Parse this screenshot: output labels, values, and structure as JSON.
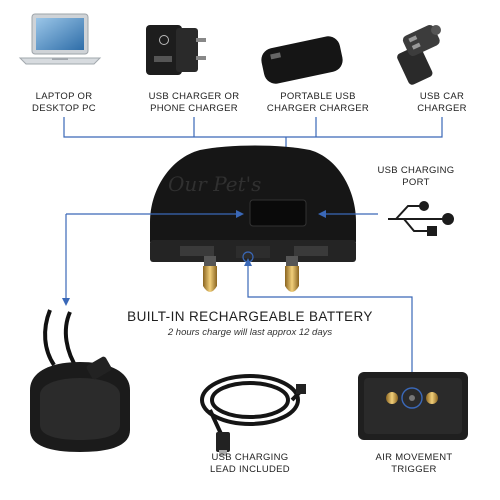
{
  "top_devices": [
    {
      "id": "laptop",
      "line1": "LAPTOP OR",
      "line2": "DESKTOP PC"
    },
    {
      "id": "usb-charger",
      "line1": "USB CHARGER OR",
      "line2": "PHONE CHARGER"
    },
    {
      "id": "portable",
      "line1": "PORTABLE USB",
      "line2": "CHARGER CHARGER"
    },
    {
      "id": "car",
      "line1": "USB CAR",
      "line2": "CHARGER"
    }
  ],
  "usb_port": {
    "line1": "USB CHARGING",
    "line2": "PORT"
  },
  "receiver_logo": "Our Pet's",
  "battery": {
    "title": "BUILT-IN RECHARGEABLE BATTERY",
    "subtitle": "2 hours charge will last approx 12 days"
  },
  "lead": {
    "line1": "USB CHARGING",
    "line2": "LEAD INCLUDED"
  },
  "trigger": {
    "line1": "AIR MOVEMENT",
    "line2": "TRIGGER"
  },
  "colors": {
    "accent": "#3a68b8",
    "device": "#1e1e1e",
    "brass": "#c79a3a"
  },
  "icons": [
    "laptop-icon",
    "wall-charger-icon",
    "power-bank-icon",
    "car-charger-icon",
    "usb-symbol-icon",
    "usb-cable-icon",
    "collar-icon",
    "trigger-sensor-icon"
  ]
}
